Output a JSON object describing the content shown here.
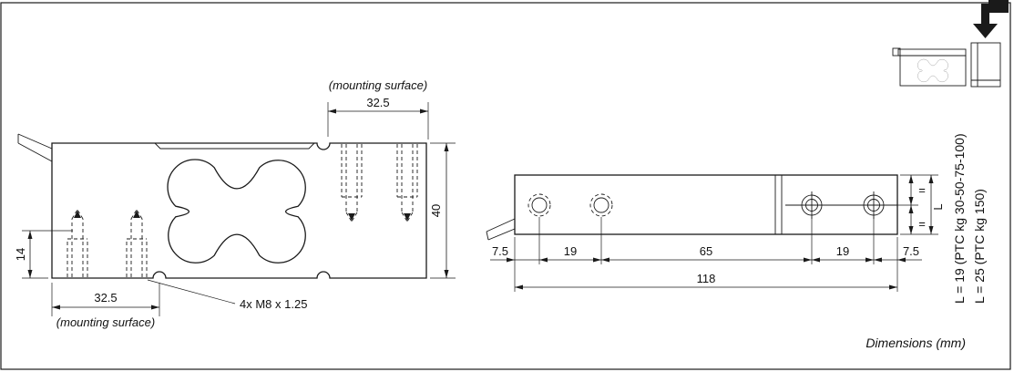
{
  "side_view": {
    "top_mounting_label": "(mounting surface)",
    "top_width": "32.5",
    "height": "40",
    "stud_height": "14",
    "bottom_width": "32.5",
    "bottom_mounting_label": "(mounting surface)",
    "thread_note": "4x M8 x 1.25"
  },
  "top_view": {
    "chain_dims": [
      "7.5",
      "19",
      "65",
      "19",
      "7.5"
    ],
    "total_length": "118",
    "equal_marks": [
      "=",
      "="
    ],
    "length_label": "L"
  },
  "notes": {
    "l_19": "L = 19 (PTC kg 30-50-75-100)",
    "l_25": "L = 25 (PTC kg 150)"
  },
  "footer": {
    "units_note": "Dimensions (mm)"
  }
}
